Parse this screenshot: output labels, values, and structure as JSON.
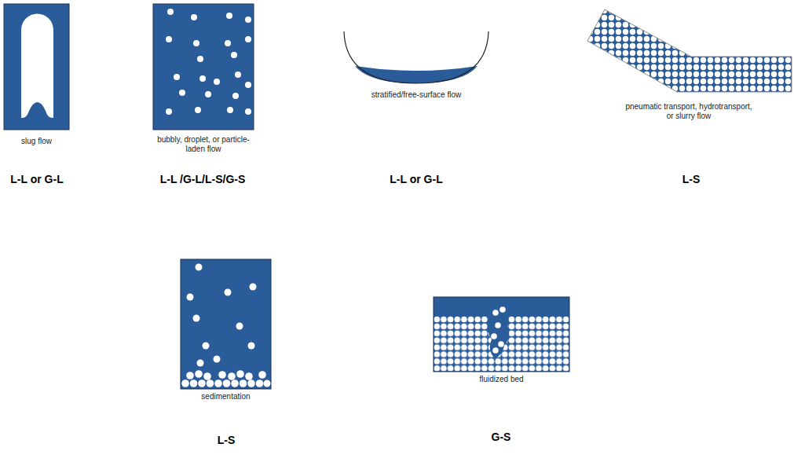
{
  "diagram": {
    "nodes": [
      {
        "text": [
          "slug flow"
        ]
      },
      {
        "text": [
          "bubbly, droplet, or particle-laden flow"
        ]
      },
      {
        "text": [
          "stratified/free-surface flow"
        ]
      },
      {
        "text": [
          "pneumatic transport, hydrotransport, or slurry flow"
        ]
      },
      {
        "text": [
          "sedimentation"
        ]
      },
      {
        "text": [
          "fluidized bed"
        ]
      }
    ],
    "labels": [
      "L-L or G-L",
      "L-L /G-L/L-S/G-S",
      "L-L or G-L",
      "L-S",
      "L-S",
      "G-S"
    ]
  }
}
